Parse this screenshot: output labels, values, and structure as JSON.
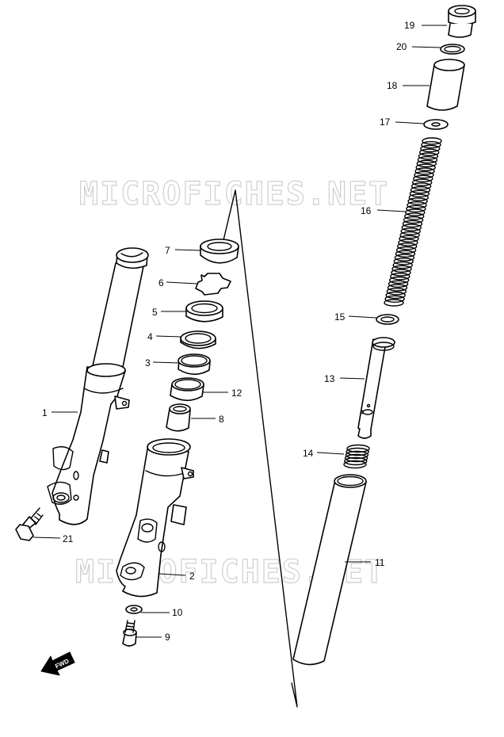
{
  "watermark": {
    "text": "MICROFICHES.NET",
    "color": "#cfcfcf"
  },
  "direction_indicator": {
    "label": "FWD"
  },
  "callouts": [
    {
      "part": "fork-cap-bolt",
      "number": "19"
    },
    {
      "part": "o-ring",
      "number": "20"
    },
    {
      "part": "spacer",
      "number": "18"
    },
    {
      "part": "spring-washer",
      "number": "17"
    },
    {
      "part": "fork-spring",
      "number": "16"
    },
    {
      "part": "washer",
      "number": "15"
    },
    {
      "part": "damper-rod",
      "number": "13"
    },
    {
      "part": "rebound-spring",
      "number": "14"
    },
    {
      "part": "inner-tube",
      "number": "11"
    },
    {
      "part": "dust-seal",
      "number": "7"
    },
    {
      "part": "stopper-ring",
      "number": "6"
    },
    {
      "part": "oil-seal",
      "number": "5"
    },
    {
      "part": "oil-seal-retainer",
      "number": "4"
    },
    {
      "part": "guide-metal",
      "number": "3"
    },
    {
      "part": "slide-metal",
      "number": "12"
    },
    {
      "part": "oil-lock-piece",
      "number": "8"
    },
    {
      "part": "front-fork-assembly",
      "number": "1"
    },
    {
      "part": "outer-tube",
      "number": "2"
    },
    {
      "part": "gasket",
      "number": "10"
    },
    {
      "part": "damper-rod-bolt",
      "number": "9"
    },
    {
      "part": "axle-bolt",
      "number": "21"
    }
  ],
  "colors": {
    "line": "#000000",
    "background": "#ffffff"
  }
}
